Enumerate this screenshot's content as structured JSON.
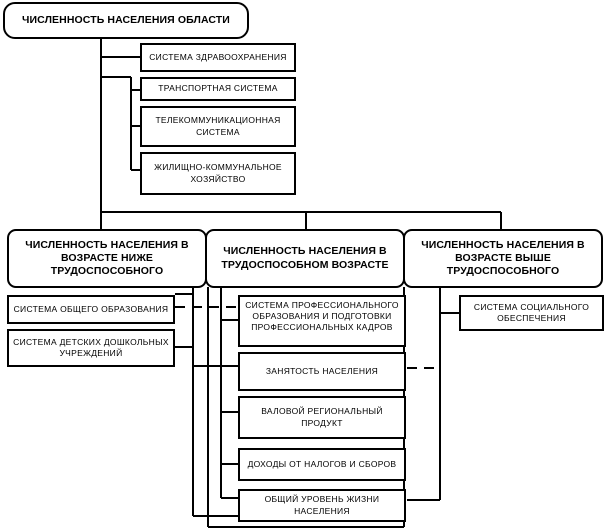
{
  "nodes": {
    "root": "ЧИСЛЕННОСТЬ НАСЕЛЕНИЯ ОБЛАСТИ",
    "health": "СИСТЕМА ЗДРАВООХРАНЕНИЯ",
    "transport": "ТРАНСПОРТНАЯ СИСТЕМА",
    "telecom": "ТЕЛЕКОММУНИКАЦИОННАЯ СИСТЕМА",
    "housing": "ЖИЛИЩНО-КОММУНАЛЬНОЕ ХОЗЯЙСТВО",
    "below_age": "ЧИСЛЕННОСТЬ НАСЕЛЕНИЯ В ВОЗРАСТЕ НИЖЕ ТРУДОСПОСОБНОГО",
    "working_age": "ЧИСЛЕННОСТЬ НАСЕЛЕНИЯ В ТРУДОСПОСОБНОМ ВОЗРАСТЕ",
    "above_age": "ЧИСЛЕННОСТЬ НАСЕЛЕНИЯ В ВОЗРАСТЕ ВЫШЕ ТРУДОСПОСОБНОГО",
    "general_education": "СИСТЕМА ОБЩЕГО ОБРАЗОВАНИЯ",
    "kindergartens": "СИСТЕМА ДЕТСКИХ ДОШКОЛЬНЫХ УЧРЕЖДЕНИЙ",
    "prof_education": "СИСТЕМА ПРОФЕССИОНАЛЬНОГО ОБРАЗОВАНИЯ И ПОДГОТОВКИ ПРОФЕССИОНАЛЬНЫХ КАДРОВ",
    "social_security": "СИСТЕМА СОЦИАЛЬНОГО ОБЕСПЕЧЕНИЯ",
    "employment": "ЗАНЯТОСТЬ НАСЕЛЕНИЯ",
    "grp": "ВАЛОВОЙ РЕГИОНАЛЬНЫЙ ПРОДУКТ",
    "tax_income": "ДОХОДЫ ОТ НАЛОГОВ И СБОРОВ",
    "living_standard": "ОБЩИЙ УРОВЕНЬ ЖИЗНИ НАСЕЛЕНИЯ"
  },
  "colors": {
    "line": "#000000",
    "fill": "#ffffff"
  }
}
